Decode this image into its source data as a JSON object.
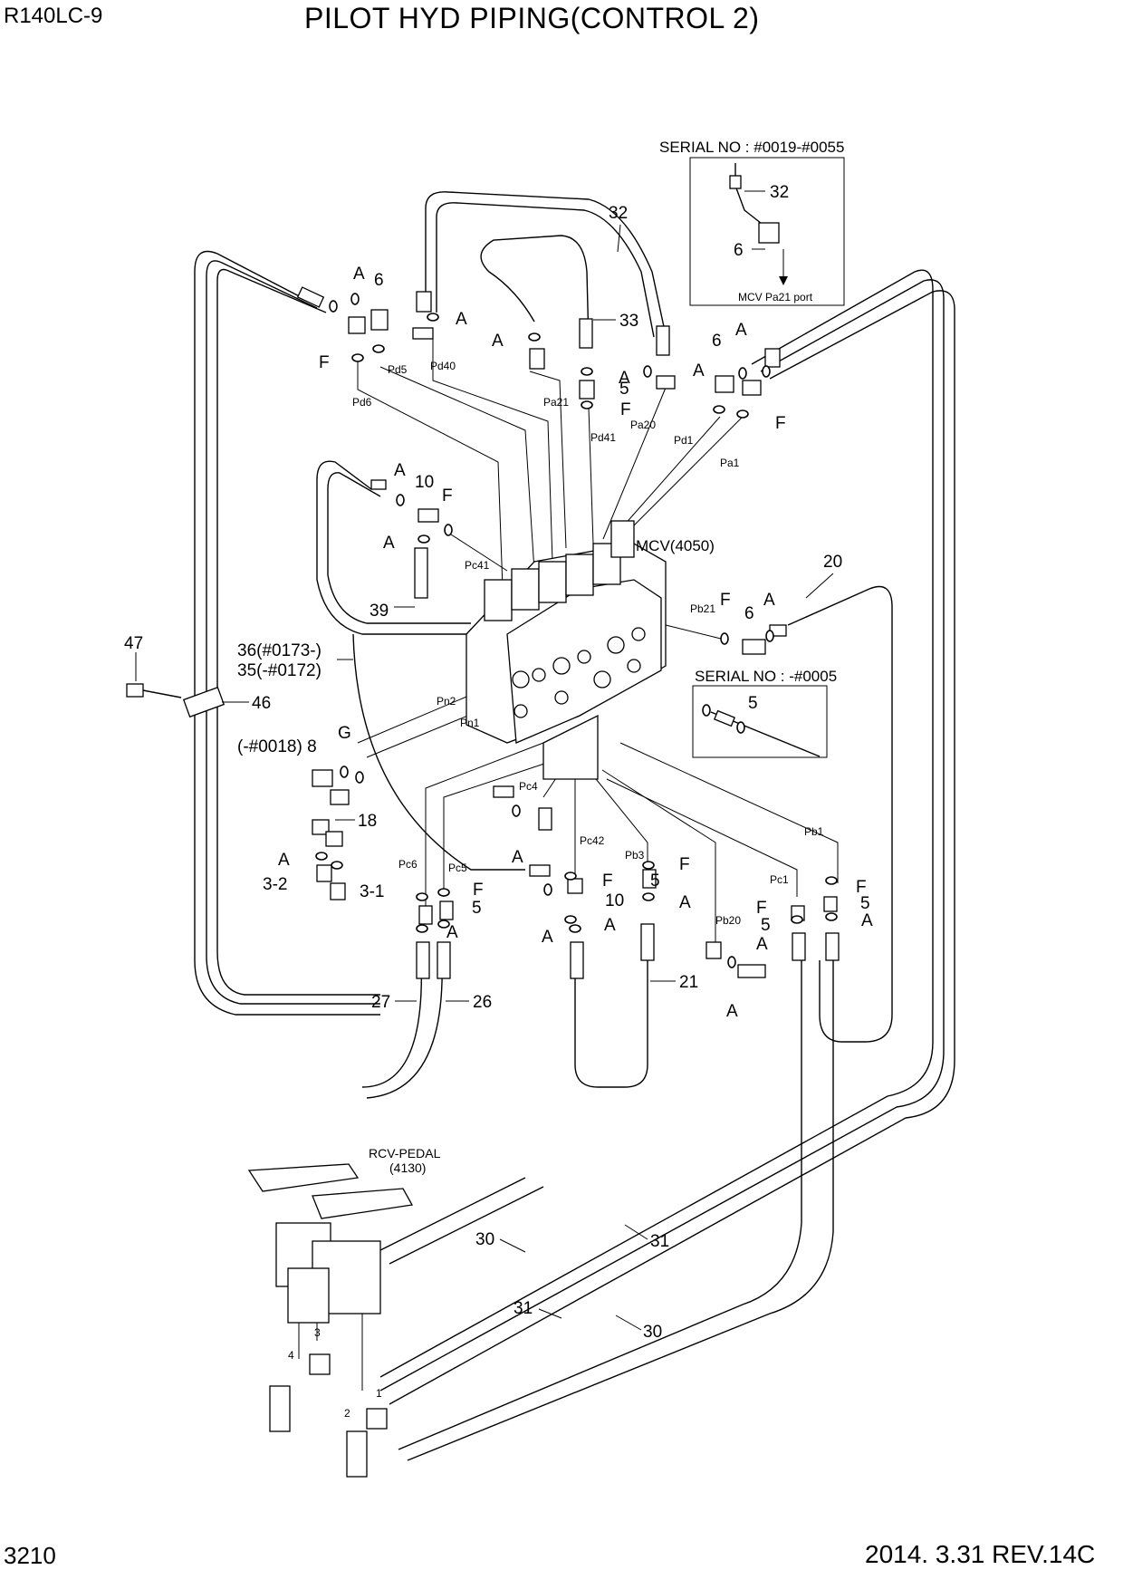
{
  "header": {
    "model": "R140LC-9",
    "title": "PILOT HYD PIPING(CONTROL 2)"
  },
  "footer": {
    "page_number": "3210",
    "revision": "2014. 3.31  REV.14C"
  },
  "insets": {
    "top_serial": "SERIAL NO : #0019-#0055",
    "top_port": "MCV  Pa21 port",
    "mid_serial": "SERIAL NO : -#0005"
  },
  "components": {
    "mcv": "MCV(4050)",
    "rcv_pedal": "RCV-PEDAL",
    "rcv_pedal_no": "(4130)"
  },
  "callouts": {
    "c32a": "32",
    "c32b": "32",
    "c6a": "6",
    "c6b": "6",
    "c6c": "6",
    "c6d": "6",
    "c33": "33",
    "c5a": "5",
    "c5b": "5",
    "c5c": "5",
    "c5d": "5",
    "c5e": "5",
    "c5f": "5",
    "c10a": "10",
    "c10b": "10",
    "c39": "39",
    "c36": "36(#0173-)",
    "c35": "35(-#0172)",
    "c47": "47",
    "c46": "46",
    "c8": "(-#0018) 8",
    "c18": "18",
    "c3_2": "3-2",
    "c3_1": "3-1",
    "c20": "20",
    "c21": "21",
    "c26": "26",
    "c27": "27",
    "c30a": "30",
    "c30b": "30",
    "c31a": "31",
    "c31b": "31",
    "G": "G"
  },
  "letter_markers": {
    "A": "A",
    "F": "F"
  },
  "ports": {
    "Pd5": "Pd5",
    "Pd6": "Pd6",
    "Pd40": "Pd40",
    "Pa21": "Pa21",
    "Pd41": "Pd41",
    "Pa20": "Pa20",
    "Pd1": "Pd1",
    "Pa1": "Pa1",
    "Pc41": "Pc41",
    "Pb21": "Pb21",
    "Pn2": "Pn2",
    "Pn1": "Pn1",
    "Pc4": "Pc4",
    "Pc42": "Pc42",
    "Pb3": "Pb3",
    "Pc6": "Pc6",
    "Pc5": "Pc5",
    "Pb20": "Pb20",
    "Pc1": "Pc1",
    "Pb1": "Pb1"
  },
  "pedal_ports": {
    "p1": "1",
    "p2": "2",
    "p3": "3",
    "p4": "4"
  }
}
